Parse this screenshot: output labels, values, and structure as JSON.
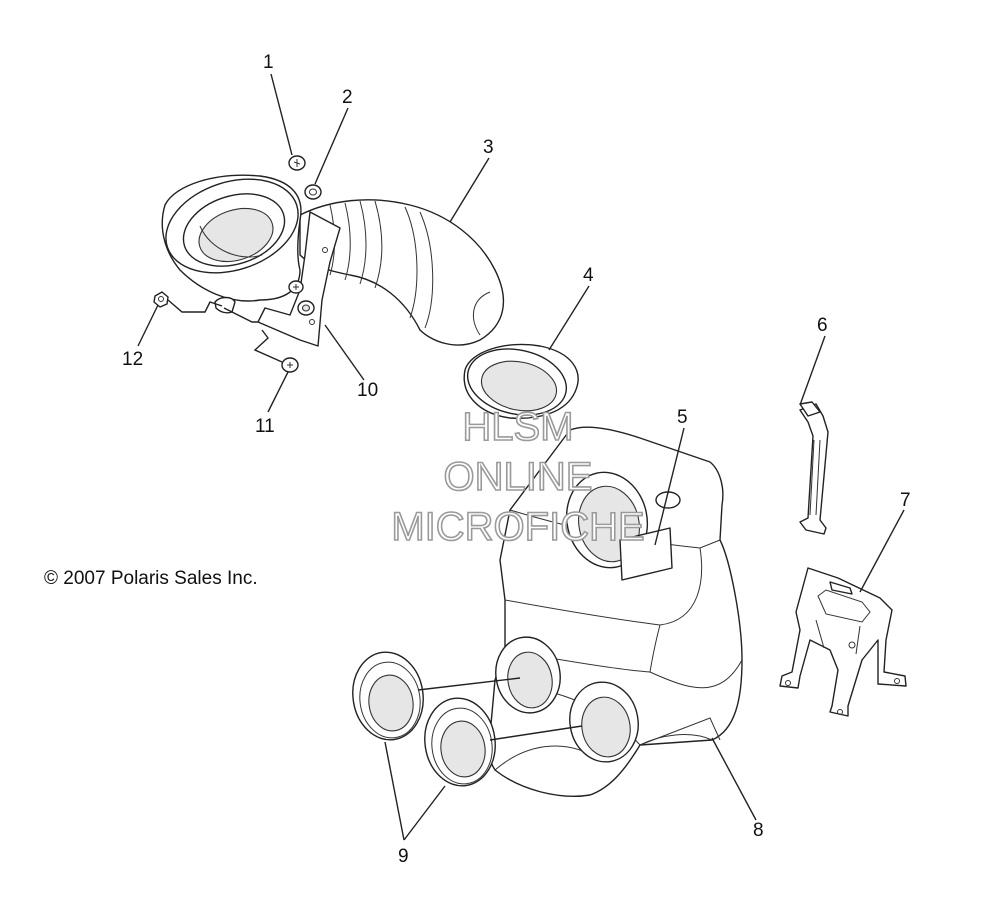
{
  "diagram": {
    "callouts": [
      {
        "id": "c1",
        "label": "1"
      },
      {
        "id": "c2",
        "label": "2"
      },
      {
        "id": "c3",
        "label": "3"
      },
      {
        "id": "c4",
        "label": "4"
      },
      {
        "id": "c5",
        "label": "5"
      },
      {
        "id": "c6",
        "label": "6"
      },
      {
        "id": "c7",
        "label": "7"
      },
      {
        "id": "c8",
        "label": "8"
      },
      {
        "id": "c9",
        "label": "9"
      },
      {
        "id": "c10",
        "label": "10"
      },
      {
        "id": "c11",
        "label": "11"
      },
      {
        "id": "c12",
        "label": "12"
      }
    ],
    "copyright": "© 2007 Polaris Sales Inc.",
    "watermark": [
      "HLSM",
      "ONLINE",
      "MICROFICHE"
    ]
  }
}
